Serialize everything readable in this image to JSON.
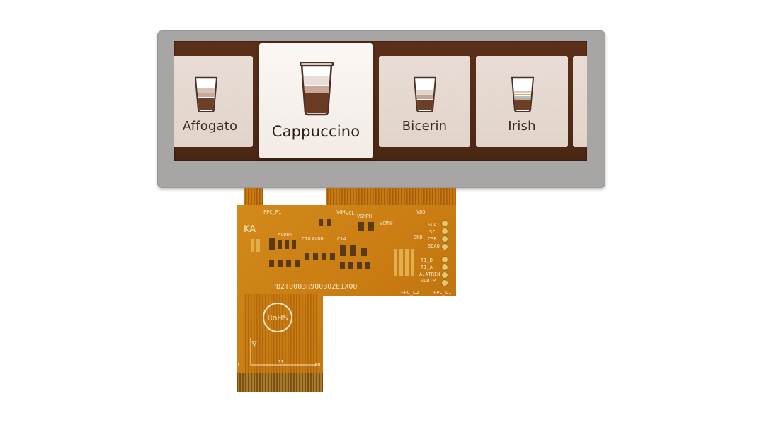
{
  "carousel": {
    "items": [
      {
        "label": "Affogato"
      },
      {
        "label": "Cappuccino",
        "selected": true
      },
      {
        "label": "Bicerin"
      },
      {
        "label": "Irish"
      }
    ]
  },
  "pcb": {
    "part_number": "PB2T0003R900B02E1X00",
    "rohs": "RoHS",
    "ka": "KA",
    "labels": {
      "fpc_r1": "FPC_R1",
      "vgh": "VGH",
      "vcl": "VCL",
      "vgmph": "VGMPH",
      "vdd": "VDD",
      "vgmnh": "VGMNH",
      "avddn": "AVDDN",
      "c18": "C18",
      "avdd": "AVDD",
      "c14": "C14",
      "gnd": "GND",
      "sdai": "SDAI",
      "scl": "SCL",
      "csb": "CSB",
      "sdao": "SDAO",
      "t1_b": "T1_B",
      "t1_a": "T1_A",
      "atren": "A.ATREN",
      "vdd_tp": "VDDTP",
      "fpc_l2": "FPC_L2",
      "fpc_l1": "FPC_L1",
      "j1": "J1",
      "pin1": "1",
      "pin40": "40"
    }
  }
}
